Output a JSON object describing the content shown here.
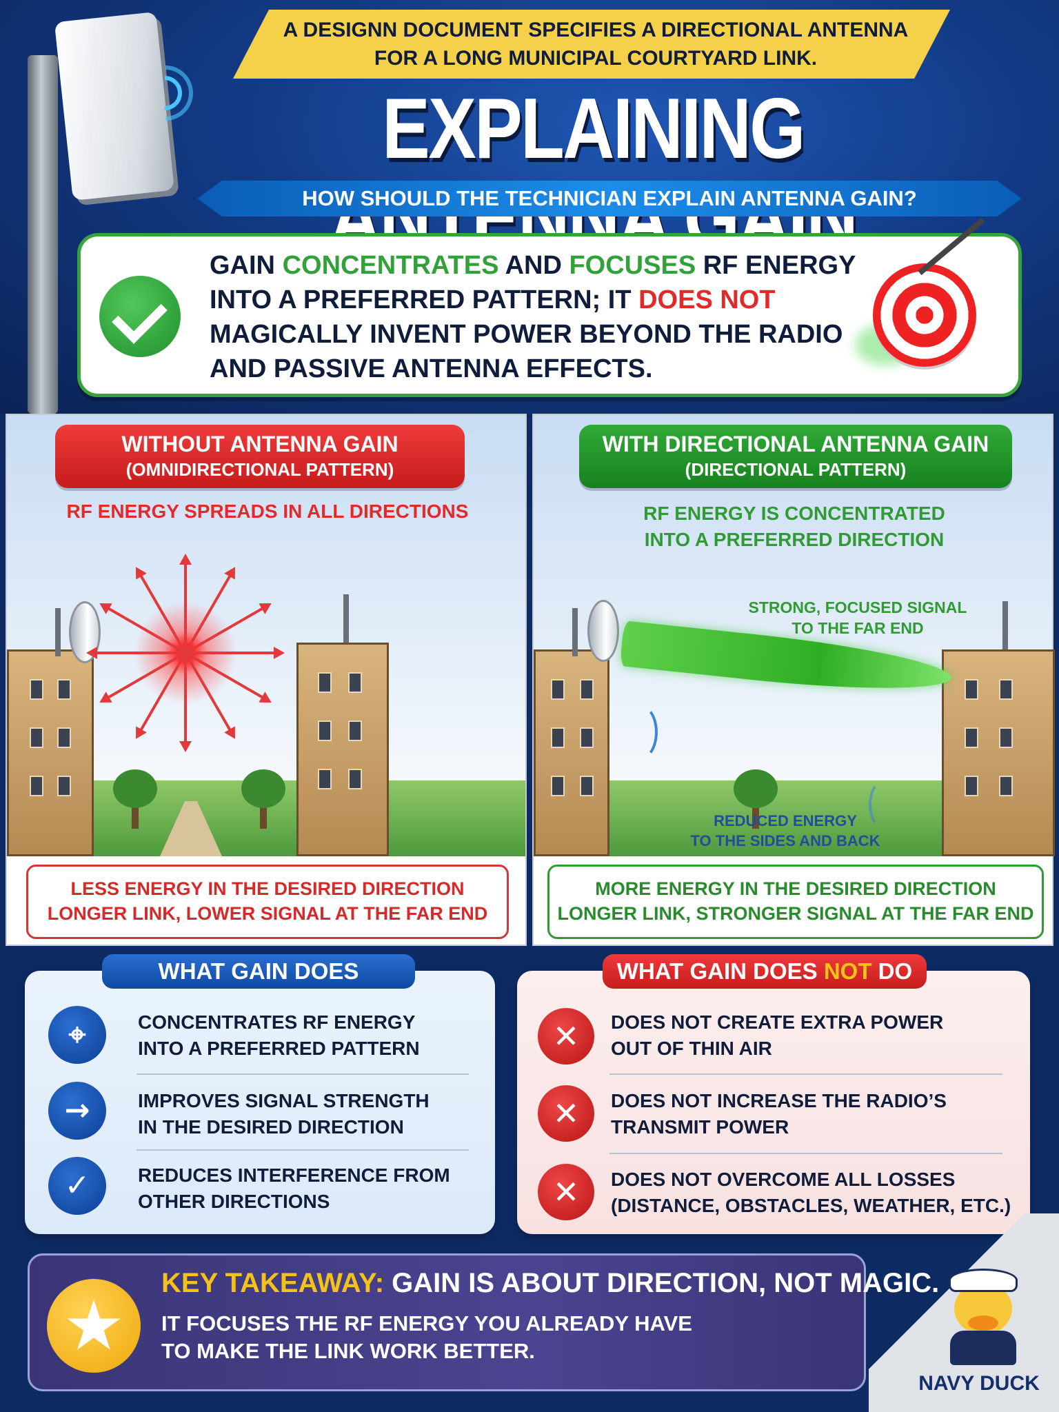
{
  "header": {
    "intro_line1": "A DESIGNN DOCUMENT SPECIFIES A DIRECTIONAL ANTENNA",
    "intro_line2": "FOR A LONG MUNICIPAL COURTYARD LINK.",
    "title": "EXPLAINING ANTENNA GAIN",
    "question": "HOW SHOULD THE TECHNICIAN EXPLAIN ANTENNA GAIN?"
  },
  "answer": {
    "w1": "GAIN ",
    "w2": "CONCENTRATES",
    "w3": " AND ",
    "w4": "FOCUSES",
    "w5": " RF ENERGY",
    "line2_a": "INTO A PREFERRED PATTERN; IT ",
    "line2_b": "DOES NOT",
    "line3": "MAGICALLY INVENT POWER BEYOND THE RADIO",
    "line4": "AND PASSIVE ANTENNA EFFECTS."
  },
  "left_panel": {
    "title": "WITHOUT ANTENNA GAIN",
    "subtitle": "(OMNIDIRECTIONAL PATTERN)",
    "caption": "RF ENERGY SPREADS IN ALL DIRECTIONS",
    "footer_line1": "LESS ENERGY IN THE DESIRED DIRECTION",
    "footer_line2": "LONGER LINK, LOWER SIGNAL AT THE FAR END"
  },
  "right_panel": {
    "title": "WITH DIRECTIONAL ANTENNA GAIN",
    "subtitle": "(DIRECTIONAL PATTERN)",
    "caption_line1": "RF ENERGY IS CONCENTRATED",
    "caption_line2": "INTO A PREFERRED DIRECTION",
    "beam_label_line1": "STRONG, FOCUSED SIGNAL",
    "beam_label_line2": "TO THE FAR END",
    "side_label_line1": "REDUCED ENERGY",
    "side_label_line2": "TO THE SIDES AND BACK",
    "footer_line1": "MORE ENERGY IN THE DESIRED DIRECTION",
    "footer_line2": "LONGER LINK, STRONGER SIGNAL AT THE FAR END"
  },
  "does": {
    "title": "WHAT GAIN DOES",
    "items": [
      {
        "line1": "CONCENTRATES RF ENERGY",
        "line2": "INTO A PREFERRED PATTERN",
        "icon": "crosshair-icon"
      },
      {
        "line1": "IMPROVES SIGNAL STRENGTH",
        "line2": "IN THE DESIRED DIRECTION",
        "icon": "arrow-right-icon"
      },
      {
        "line1": "REDUCES INTERFERENCE FROM",
        "line2": "OTHER DIRECTIONS",
        "icon": "shield-check-icon"
      }
    ]
  },
  "does_not": {
    "title_a": "WHAT GAIN DOES ",
    "title_b": "NOT",
    "title_c": " DO",
    "items": [
      {
        "line1": "DOES NOT CREATE EXTRA POWER",
        "line2": "OUT OF THIN AIR",
        "icon": "x-icon"
      },
      {
        "line1": "DOES NOT INCREASE THE RADIO’S",
        "line2": "TRANSMIT POWER",
        "icon": "x-icon"
      },
      {
        "line1": "DOES NOT OVERCOME ALL LOSSES",
        "line2": "(DISTANCE, OBSTACLES, WEATHER, ETC.)",
        "icon": "x-icon"
      }
    ]
  },
  "takeaway": {
    "label": "KEY TAKEAWAY:",
    "headline": " GAIN IS ABOUT DIRECTION, NOT MAGIC.",
    "line1": "IT FOCUSES THE RF ENERGY YOU ALREADY HAVE",
    "line2": "TO MAKE THE LINK WORK BETTER."
  },
  "mascot": {
    "label": "NAVY DUCK"
  },
  "colors": {
    "accent_green": "#33a13a",
    "accent_red": "#e12b2b",
    "accent_yellow": "#f5c21a",
    "navy": "#0e2a63"
  }
}
